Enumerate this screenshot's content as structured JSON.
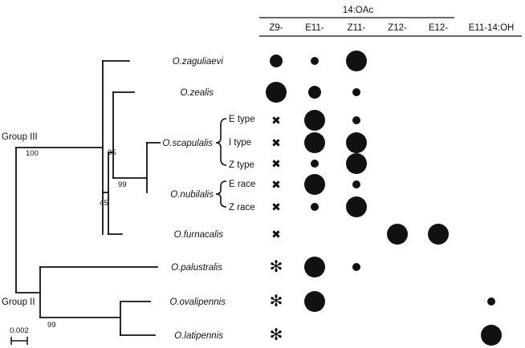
{
  "header": {
    "group_label": "14:OAc",
    "columns": [
      "Z9-",
      "E11-",
      "Z11-",
      "Z12-",
      "E12-",
      "E11-14:OH"
    ]
  },
  "groups": [
    "Group III",
    "Group II"
  ],
  "node_support": [
    "100",
    "35",
    "99",
    "45",
    "99"
  ],
  "scale_label": "0.002",
  "species": [
    "O.zaguliaevi",
    "O.zealis",
    "O.scapulalis",
    "O.nubilalis",
    "O.furnacalis",
    "O.palustralis",
    "O.ovalipennis",
    "O.latipennis"
  ],
  "subgroups": [
    "E type",
    "I type",
    "Z type",
    "E race",
    "Z race"
  ],
  "rows": [
    {
      "label": "O.zaguliaevi",
      "cells": [
        "medium",
        "small",
        "large",
        null,
        null,
        null
      ]
    },
    {
      "label": "O.zealis",
      "cells": [
        "large",
        "medium",
        "small",
        null,
        null,
        null
      ]
    },
    {
      "label": "E type",
      "cells": [
        "cross",
        "large",
        "small",
        null,
        null,
        null
      ]
    },
    {
      "label": "I type",
      "cells": [
        "cross",
        "large",
        "large",
        null,
        null,
        null
      ]
    },
    {
      "label": "Z type",
      "cells": [
        "cross",
        "small",
        "large",
        null,
        null,
        null
      ]
    },
    {
      "label": "E race",
      "cells": [
        "cross",
        "large",
        "small",
        null,
        null,
        null
      ]
    },
    {
      "label": "Z race",
      "cells": [
        "cross",
        "small",
        "large",
        null,
        null,
        null
      ]
    },
    {
      "label": "O.furnacalis",
      "cells": [
        "cross",
        null,
        null,
        "large",
        "large",
        null
      ]
    },
    {
      "label": "O.palustralis",
      "cells": [
        "asterisk",
        "large",
        "small",
        null,
        null,
        null
      ]
    },
    {
      "label": "O.ovalipennis",
      "cells": [
        "asterisk",
        "large",
        null,
        null,
        null,
        "small"
      ]
    },
    {
      "label": "O.latipennis",
      "cells": [
        "asterisk",
        null,
        null,
        null,
        null,
        "large"
      ]
    }
  ],
  "symbol_legend": {
    "cross": "✖",
    "asterisk": "✻"
  }
}
